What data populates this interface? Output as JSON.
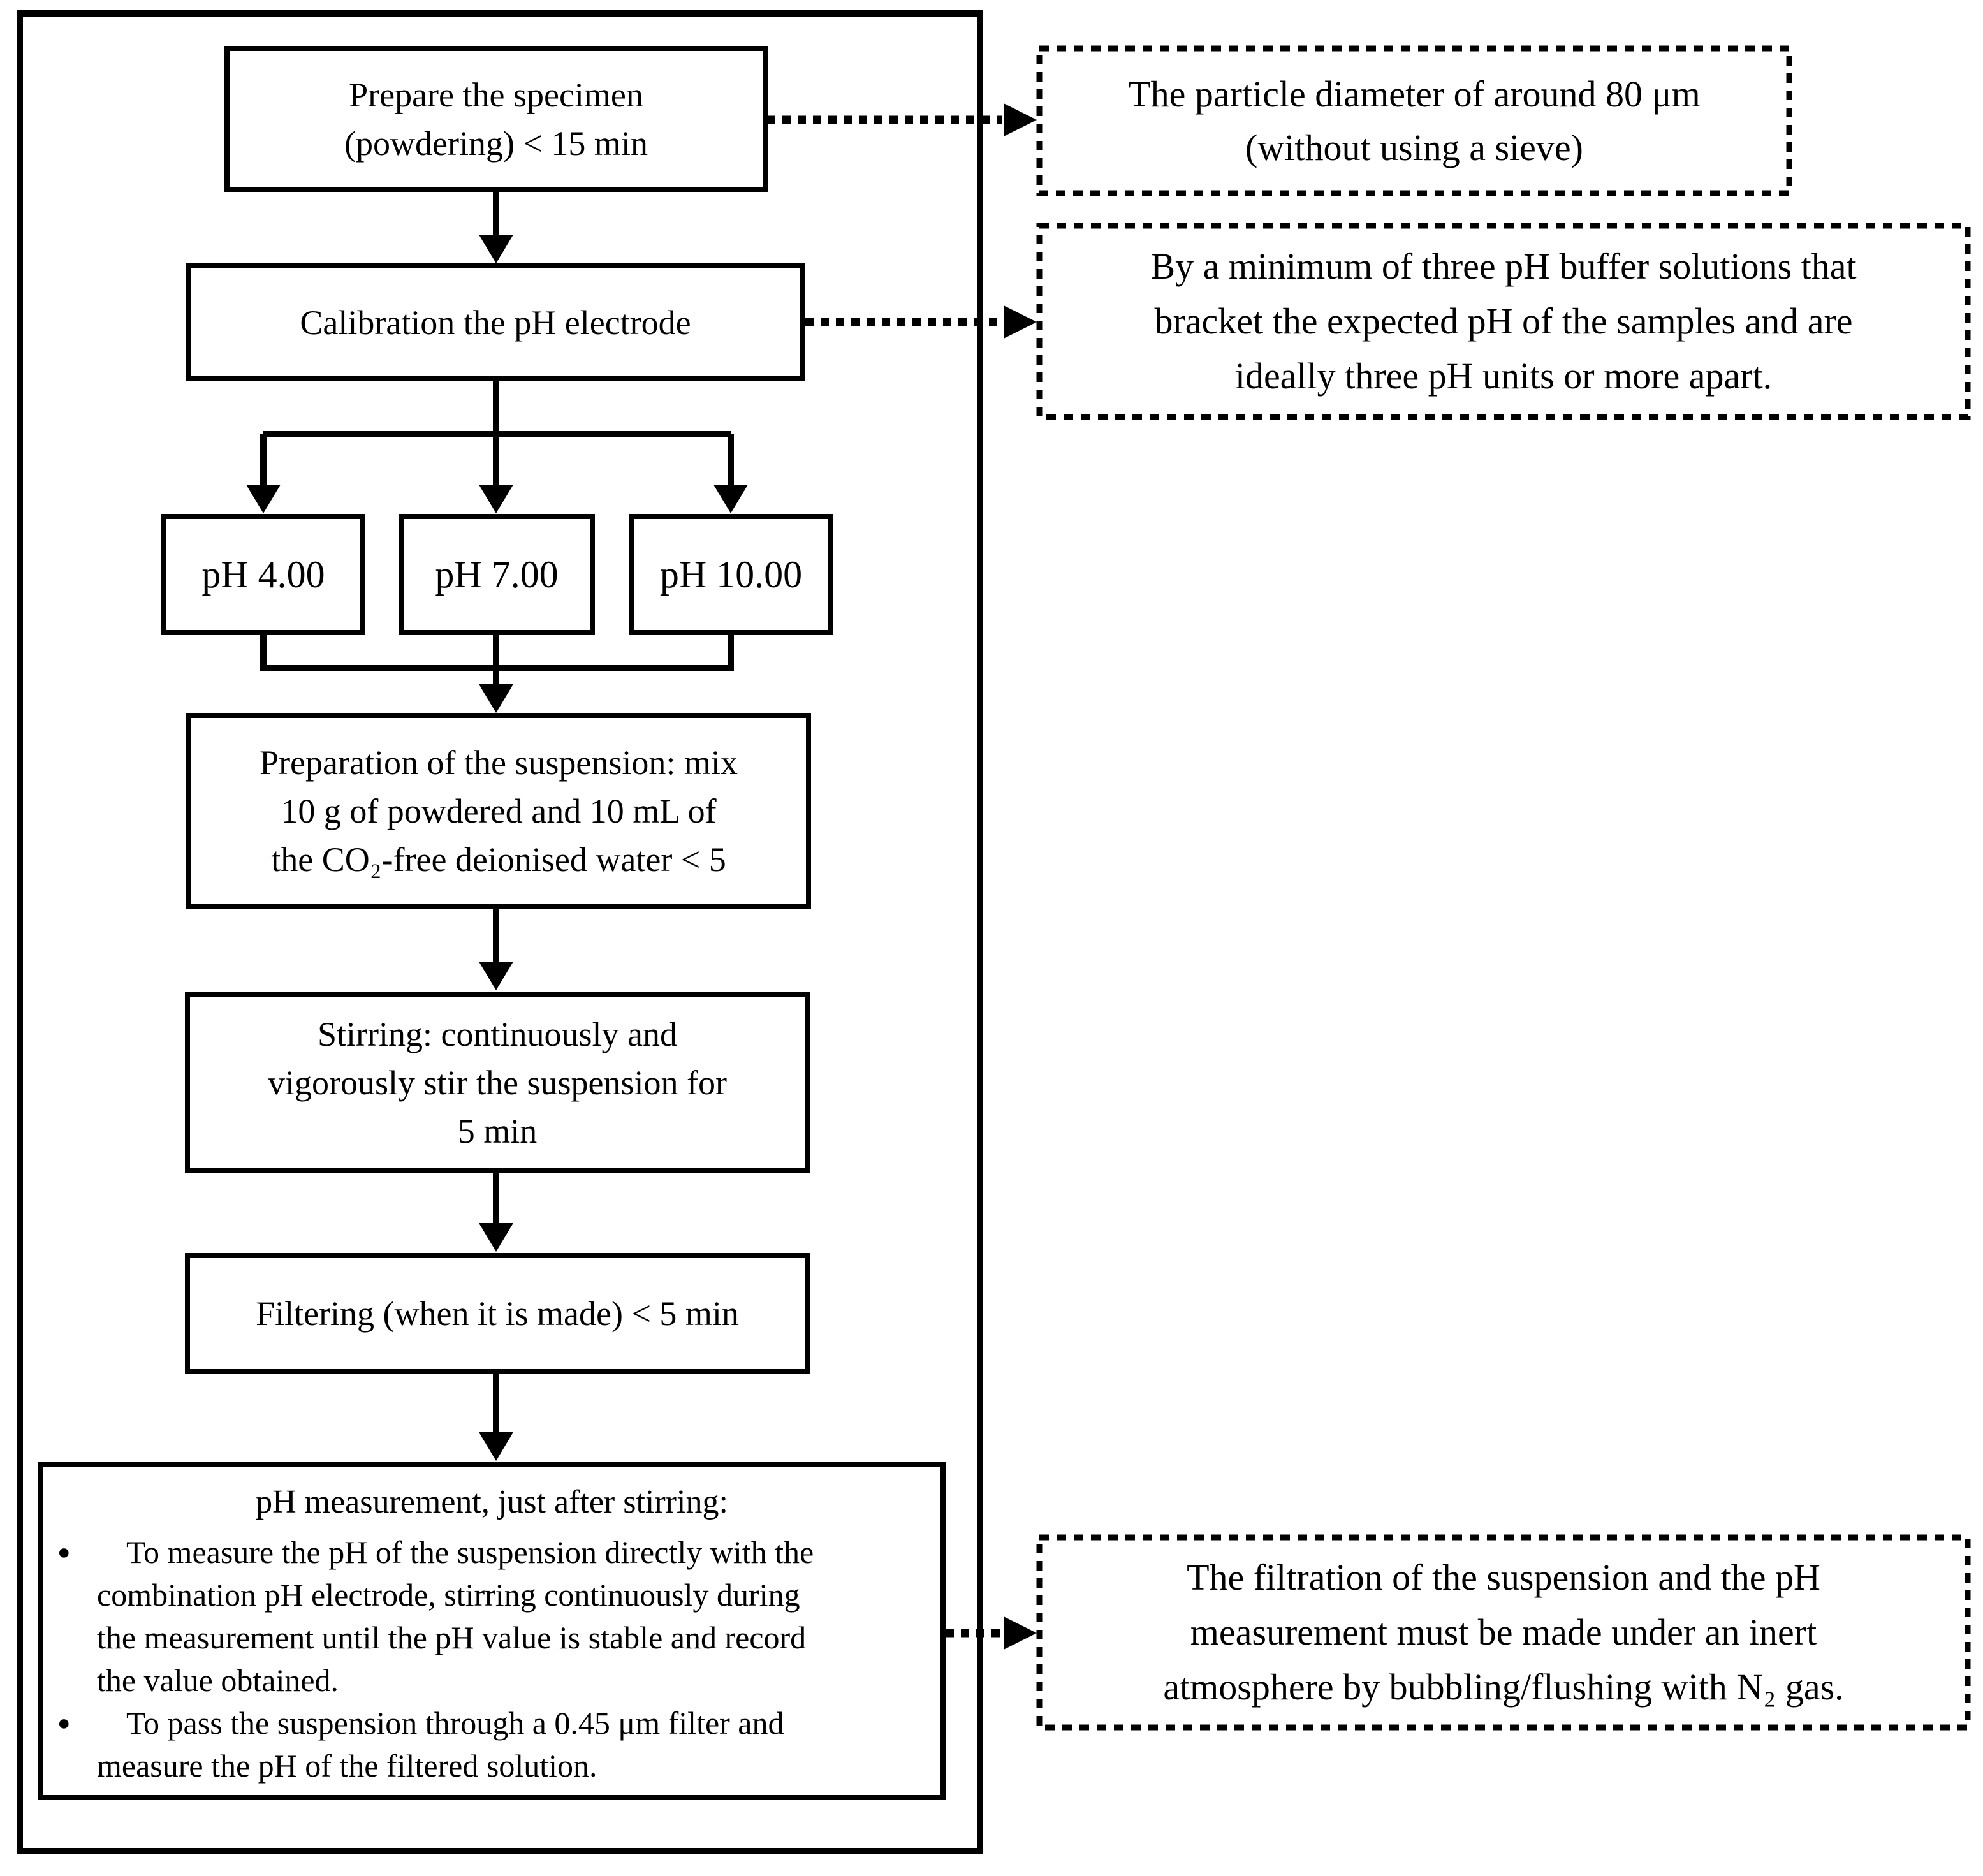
{
  "flow": {
    "prepare": {
      "lines": [
        "Prepare the specimen",
        "(powdering) < 15 min"
      ]
    },
    "calibration": {
      "label": "Calibration the pH electrode"
    },
    "buffers": [
      {
        "label": "pH 4.00"
      },
      {
        "label": "pH 7.00"
      },
      {
        "label": "pH 10.00"
      }
    ],
    "preparation": {
      "lines": [
        "Preparation of the suspension: mix",
        "10 g of powdered and 10 mL of",
        "the CO₂-free deionised water < 5"
      ]
    },
    "stirring": {
      "lines": [
        "Stirring: continuously and",
        "vigorously stir the suspension for",
        "5 min"
      ]
    },
    "filtering": {
      "label": "Filtering (when it is made) < 5 min"
    },
    "measurement": {
      "title": "pH measurement, just after stirring:",
      "bullet_glyph": "●",
      "bullets": [
        {
          "lines": [
            "To measure the pH of the suspension directly with the",
            "combination pH electrode, stirring continuously during",
            "the measurement until the pH value is stable and record",
            "the value obtained."
          ]
        },
        {
          "lines": [
            "To pass the suspension through a 0.45  μm filter and",
            "measure the pH of the filtered solution."
          ]
        }
      ]
    }
  },
  "notes": {
    "particle": {
      "lines": [
        "The particle diameter of around 80 μm",
        "(without using a sieve)"
      ]
    },
    "buffer": {
      "lines": [
        "By a minimum of three pH buffer solutions that",
        "bracket the expected pH of the samples and are",
        "ideally three pH units or more apart."
      ]
    },
    "filtration": {
      "lines": [
        "The filtration of the suspension and the pH",
        "measurement must be made under an inert",
        "atmosphere by bubbling/flushing with N₂ gas."
      ]
    }
  },
  "colors": {
    "ink": "#000000",
    "background": "#ffffff"
  }
}
